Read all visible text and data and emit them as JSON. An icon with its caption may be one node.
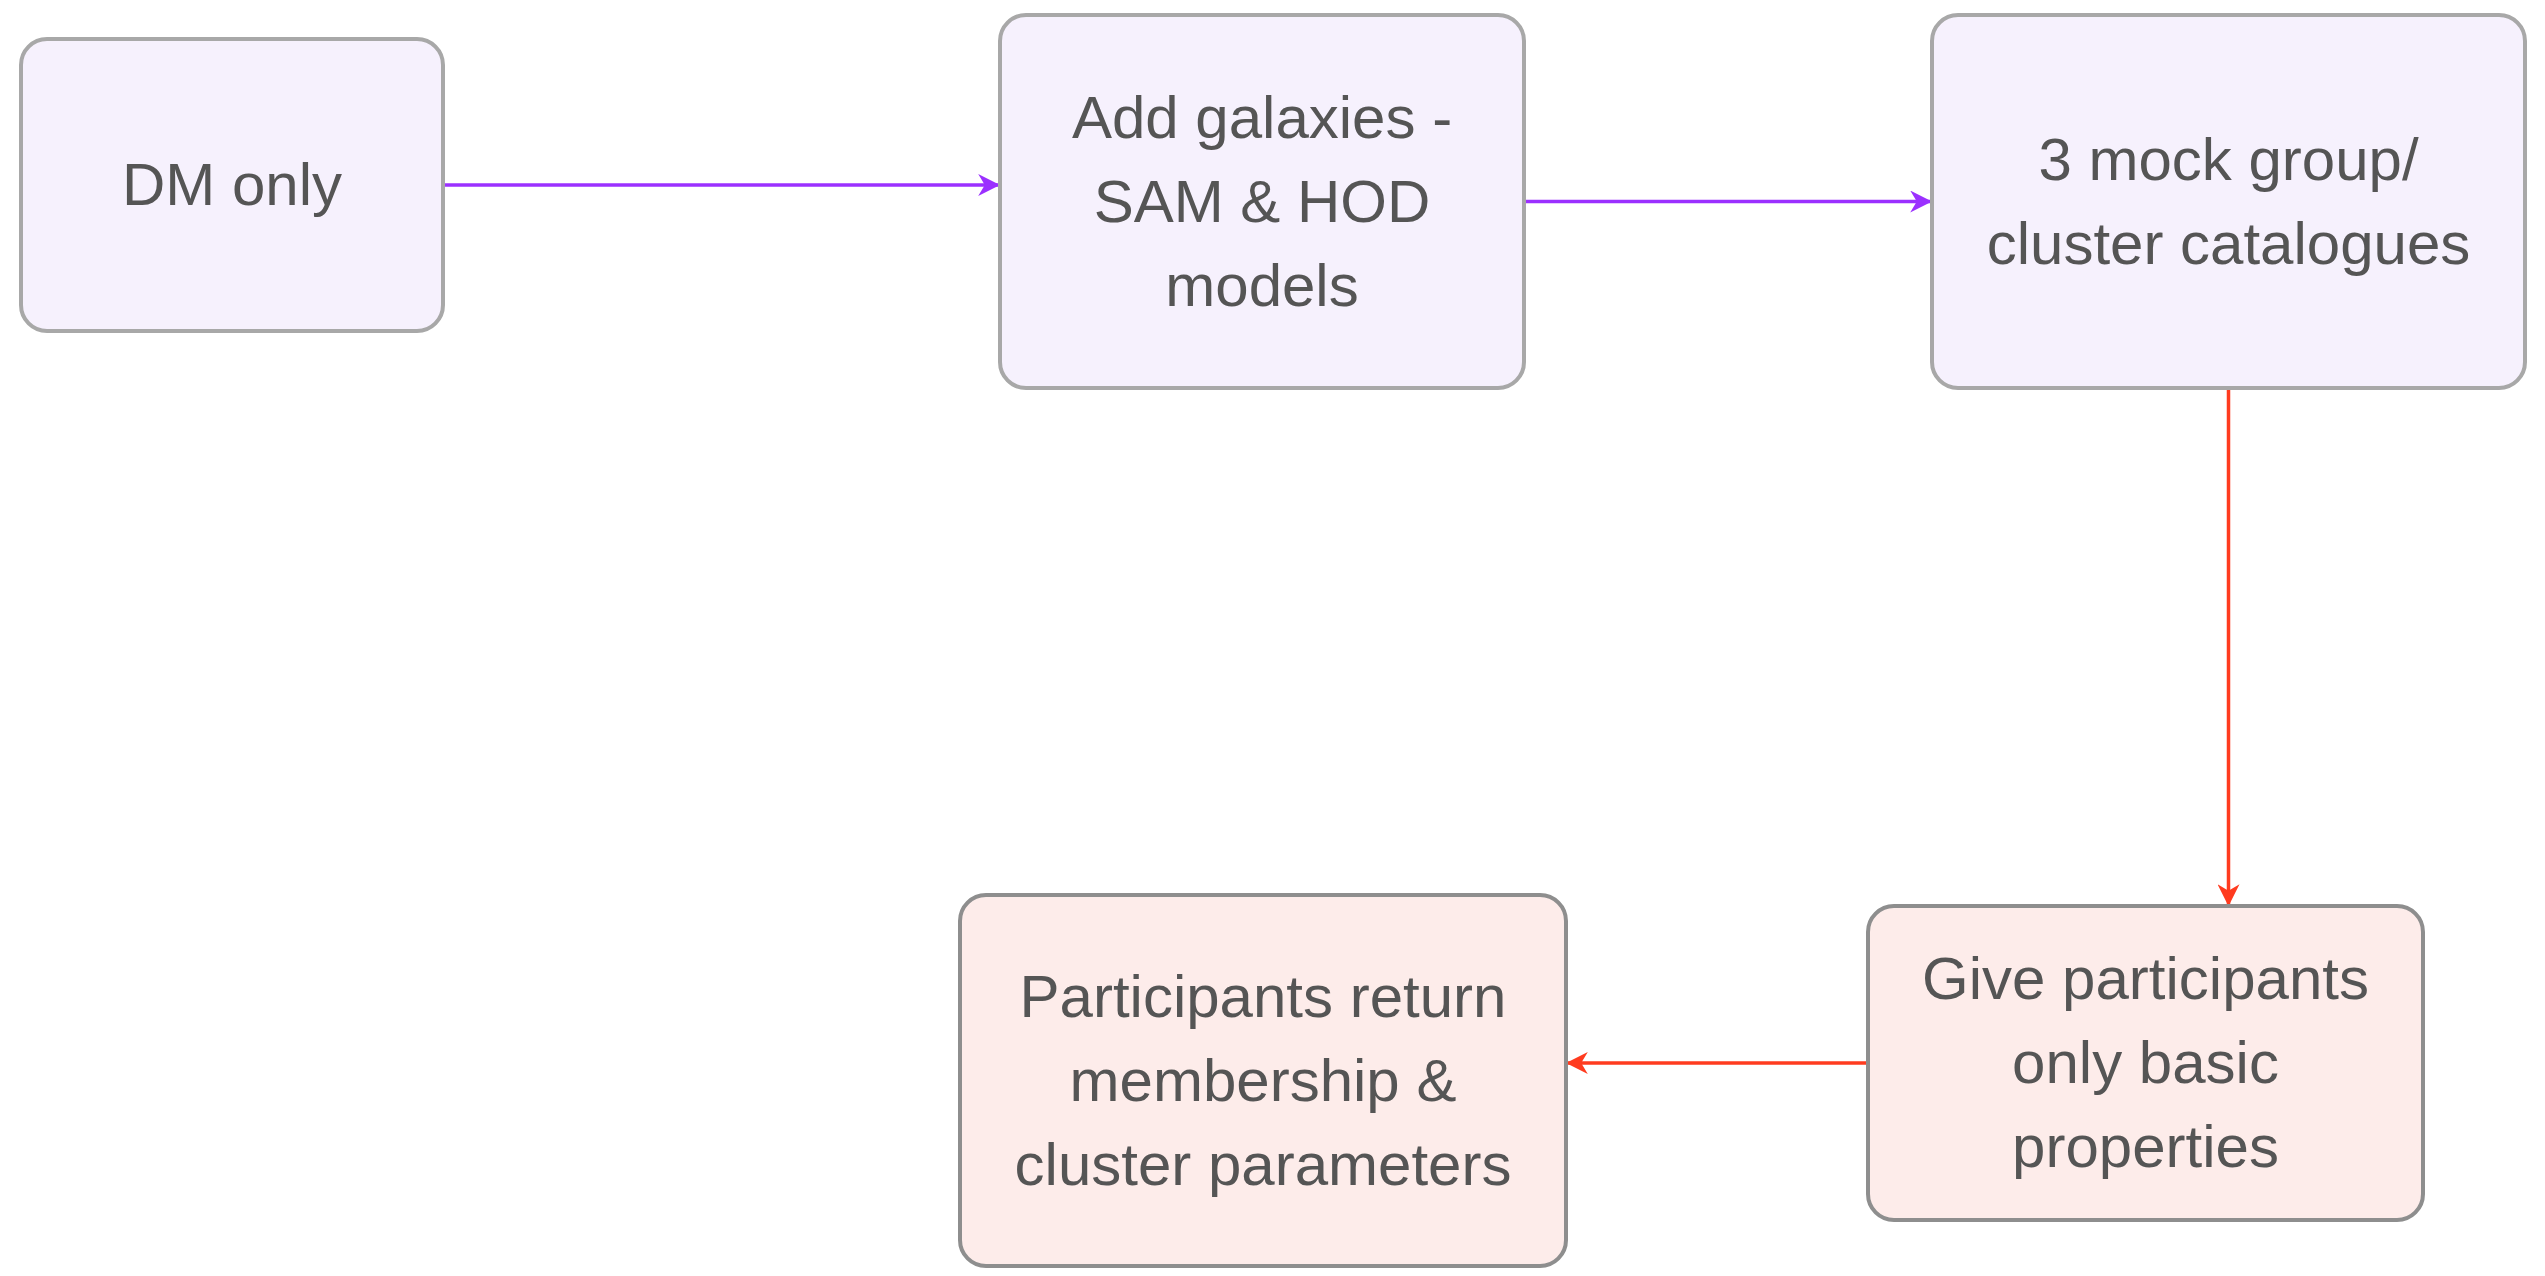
{
  "diagram": {
    "nodes": [
      {
        "text": [
          "DM only"
        ]
      },
      {
        "text": [
          "Add galaxies - SAM & HOD models"
        ]
      },
      {
        "text": [
          "3 mock group/ cluster catalogues"
        ]
      },
      {
        "text": [
          "Give participants only basic properties"
        ]
      },
      {
        "text": [
          "Participants return membership & cluster parameters"
        ]
      }
    ],
    "edges": [
      {
        "from": 0,
        "to": 1,
        "arrow": "to",
        "color": "#9b30ff"
      },
      {
        "from": 1,
        "to": 2,
        "arrow": "to",
        "color": "#9b30ff"
      },
      {
        "from": 2,
        "to": 3,
        "arrow": "to",
        "color": "#ff3b1f"
      },
      {
        "from": 3,
        "to": 4,
        "arrow": "to",
        "color": "#ff3b1f"
      }
    ]
  }
}
